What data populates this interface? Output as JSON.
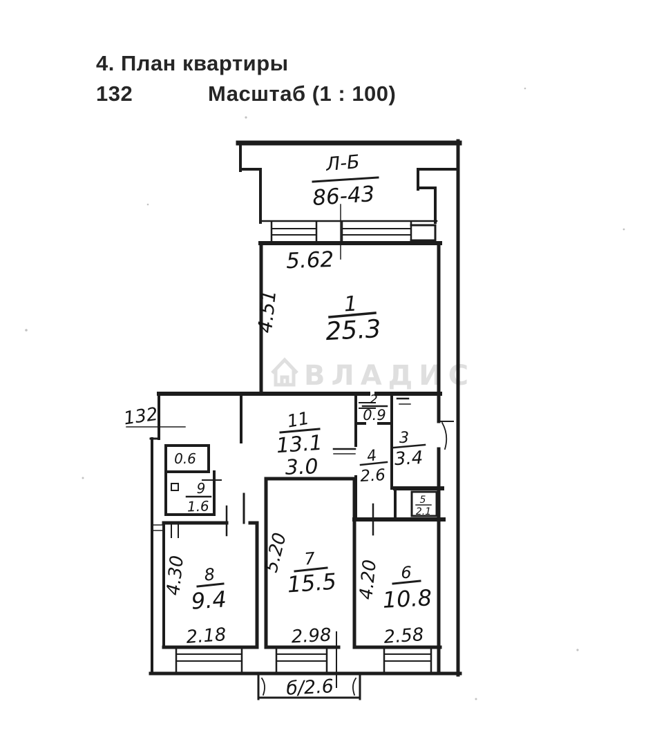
{
  "header": {
    "title": "4. План квартиры",
    "number": "132",
    "scale": "Масштаб (1 : 100)"
  },
  "watermark": {
    "text": "ВЛАДИС",
    "icon": "house-icon",
    "color": "#c6c6c6"
  },
  "plan": {
    "upper_mark": {
      "top": "Л-Б",
      "bottom": "86-43"
    },
    "left_mark": "132",
    "balcony_label": "б/2.6",
    "dims": {
      "room1_w": "5.62",
      "room1_h": "4.51",
      "corridor_w": "3.0",
      "room8_h": "4.30",
      "room8_w": "2.18",
      "room7_h": "5.20",
      "room7_w": "2.98",
      "room6_h": "4.20",
      "room6_w": "2.58"
    },
    "rooms": {
      "r1": {
        "num": "1",
        "area": "25.3"
      },
      "r2": {
        "num": "2",
        "area": "0.9"
      },
      "r3": {
        "num": "3",
        "area": "3.4"
      },
      "r4": {
        "num": "4",
        "area": "2.6"
      },
      "r5": {
        "num": "5",
        "area": "2.1"
      },
      "r6": {
        "num": "6",
        "area": "10.8"
      },
      "r7": {
        "num": "7",
        "area": "15.5"
      },
      "r8": {
        "num": "8",
        "area": "9.4"
      },
      "r9": {
        "num": "9",
        "area": "1.6"
      },
      "closet": {
        "area": "0.6"
      },
      "corridor": {
        "num": "11",
        "area": "13.1"
      }
    }
  }
}
